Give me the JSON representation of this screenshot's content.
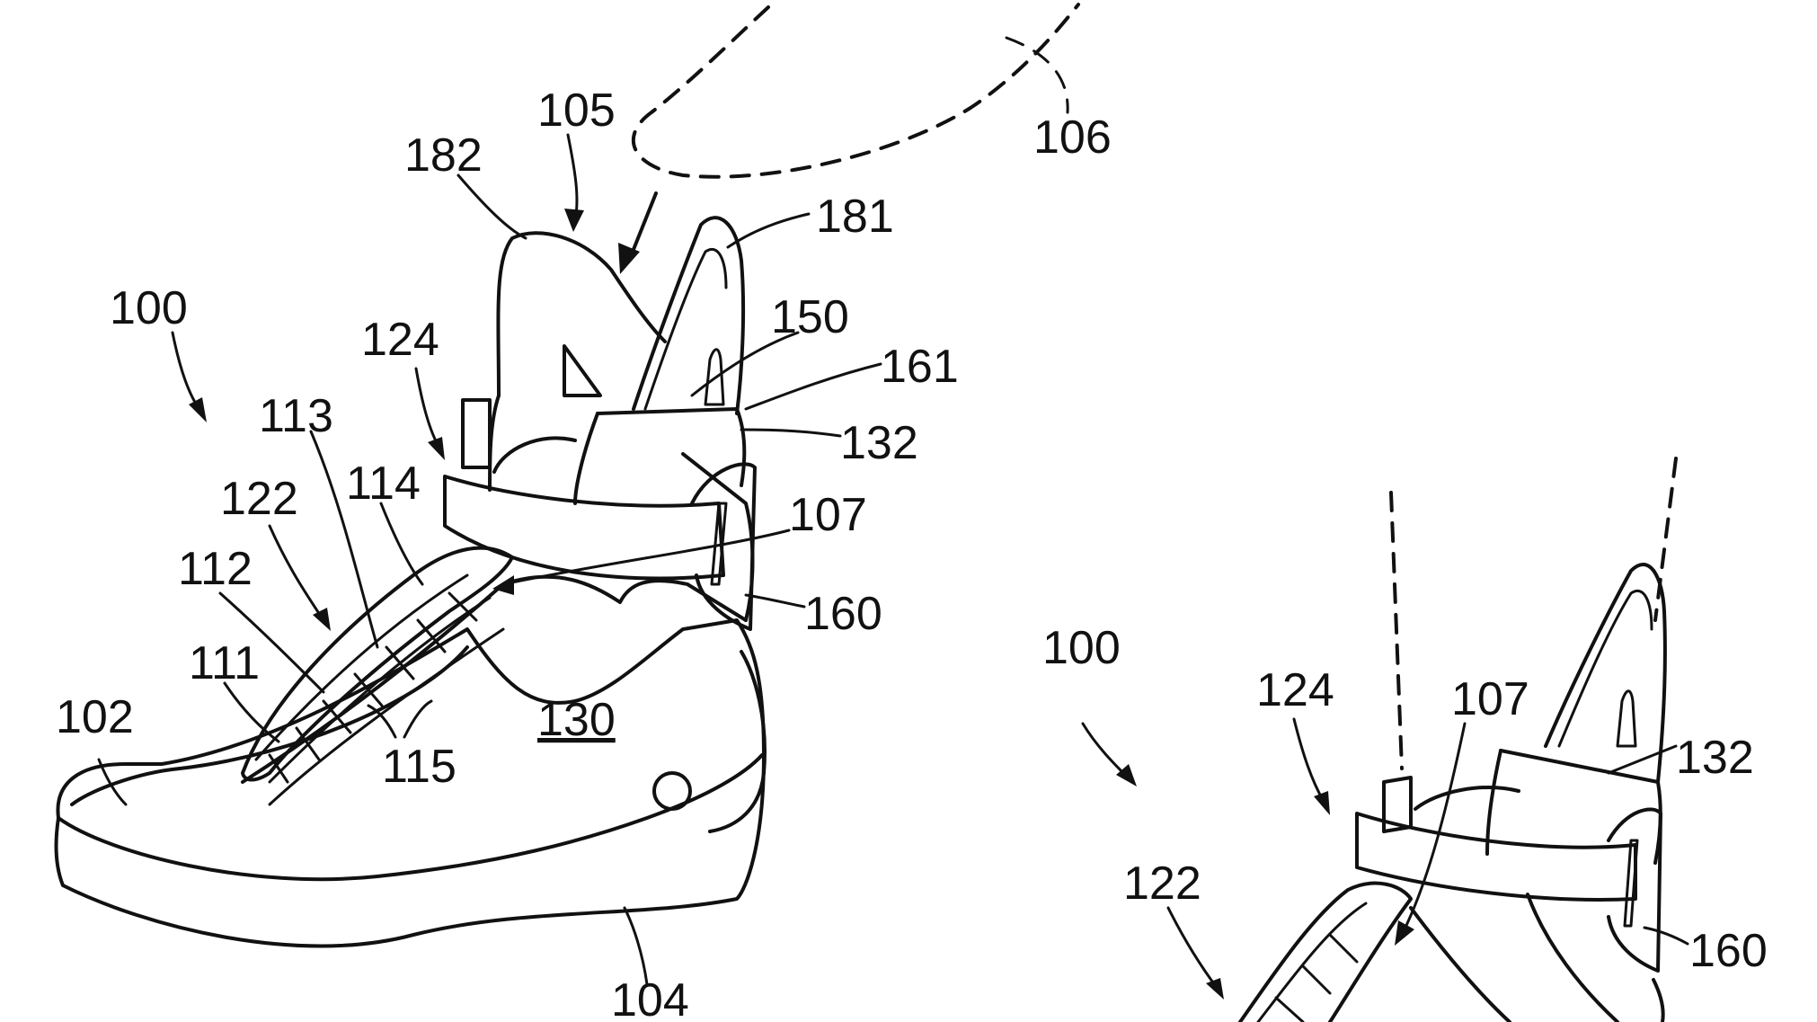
{
  "figure": {
    "labels": {
      "l100a": "100",
      "l100b": "100",
      "l102": "102",
      "l104": "104",
      "l105": "105",
      "l106": "106",
      "l107a": "107",
      "l107b": "107",
      "l111": "111",
      "l112": "112",
      "l113": "113",
      "l114": "114",
      "l115": "115",
      "l122a": "122",
      "l122b": "122",
      "l124a": "124",
      "l124b": "124",
      "l130": "130",
      "l132a": "132",
      "l132b": "132",
      "l150": "150",
      "l160a": "160",
      "l160b": "160",
      "l161": "161",
      "l181": "181",
      "l182": "182"
    }
  }
}
